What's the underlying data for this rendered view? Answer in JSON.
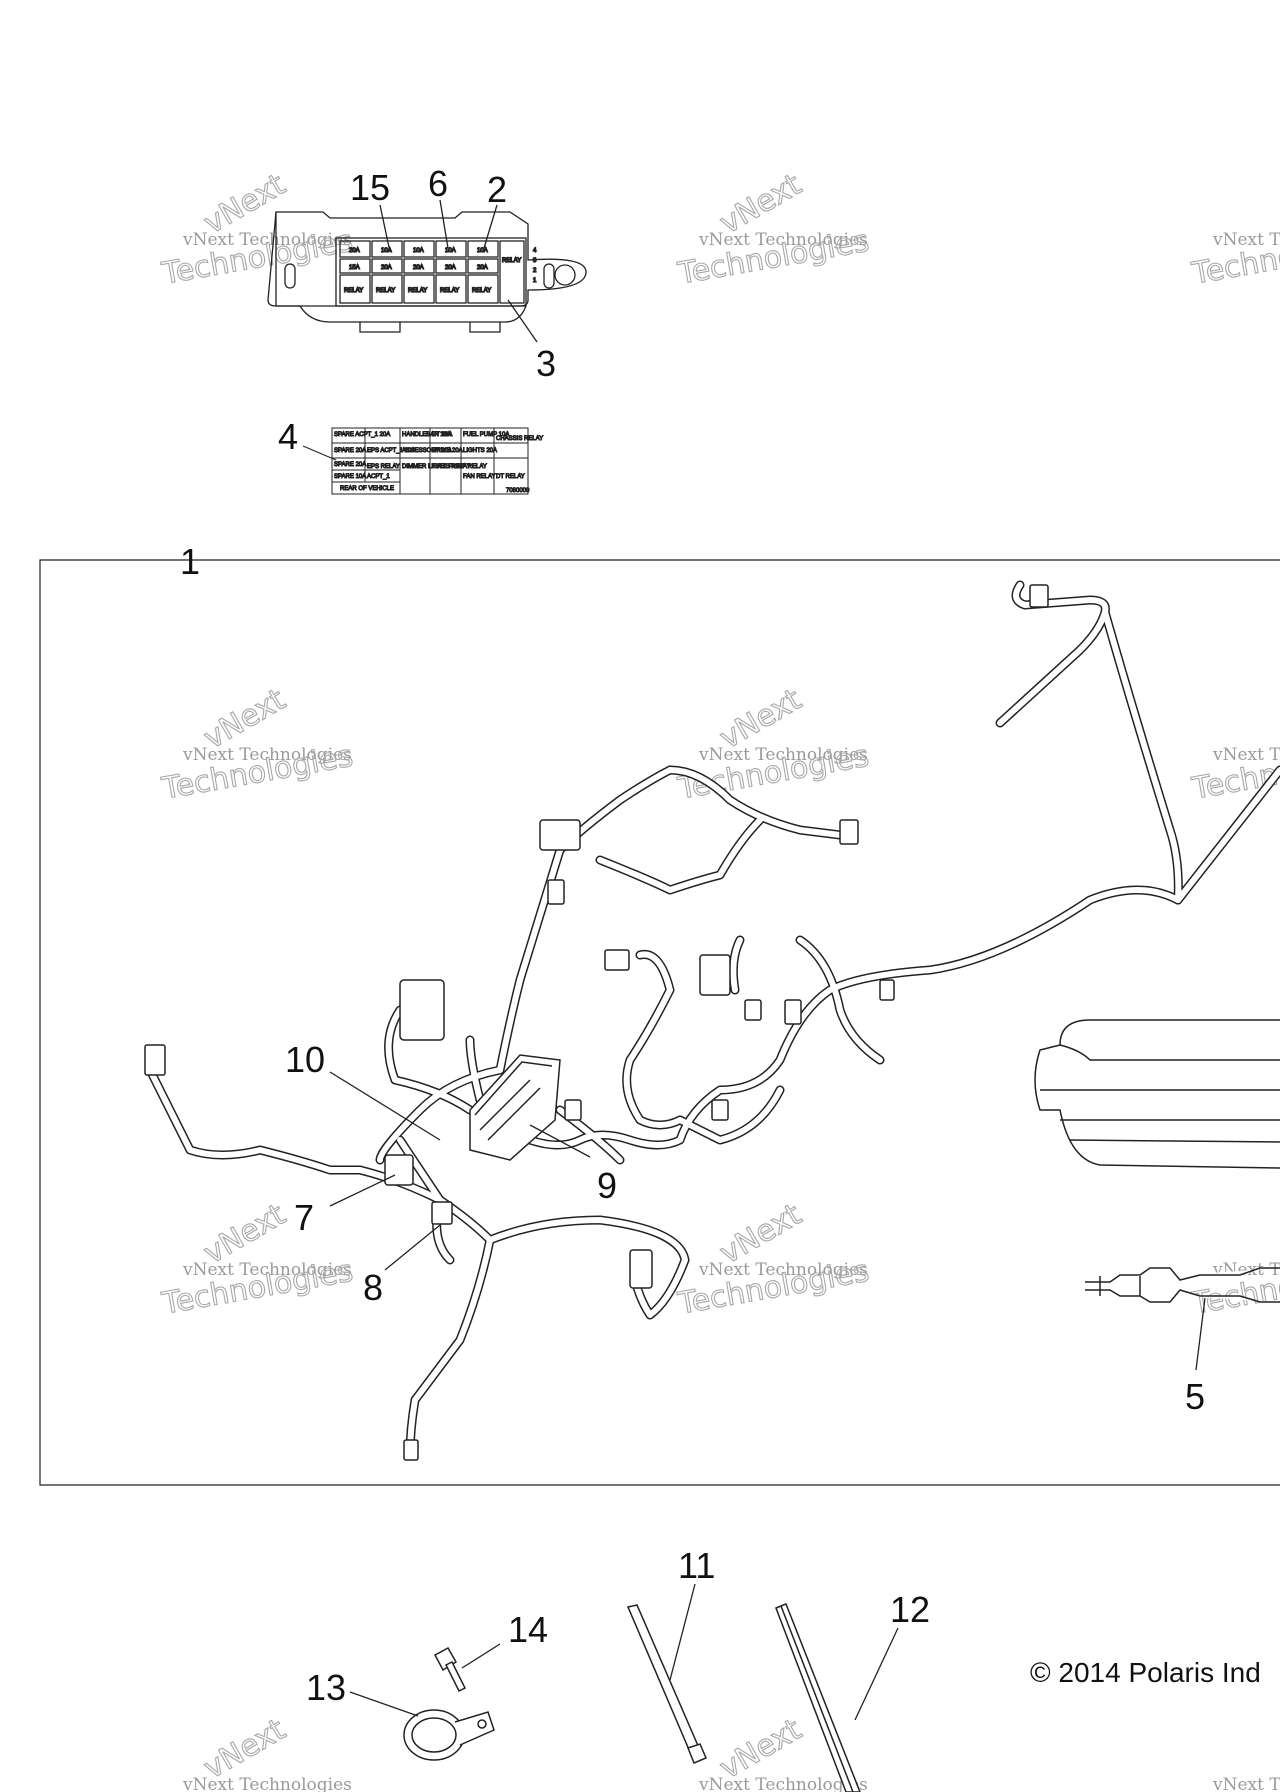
{
  "callouts": {
    "c1": "1",
    "c2": "2",
    "c3": "3",
    "c4": "4",
    "c5": "5",
    "c6": "6",
    "c7": "7",
    "c8": "8",
    "c9": "9",
    "c10": "10",
    "c11": "11",
    "c12": "12",
    "c13": "13",
    "c14": "14",
    "c15": "15"
  },
  "watermark": {
    "line1": "vNext Technologies",
    "line2": "Technologies",
    "line3": "vNext"
  },
  "copyright": "© 2014 Polaris Ind",
  "fuse_box": {
    "side_labels": [
      "4",
      "3",
      "2",
      "1"
    ],
    "row1": [
      "20A",
      "10A",
      "10A",
      "10A",
      "10A"
    ],
    "row2": [
      "15A",
      "20A",
      "20A",
      "20A",
      "20A"
    ],
    "relay_label": "RELAY"
  },
  "fuse_decal": {
    "row1": [
      "SPARE ACPT_1 20A",
      "",
      "HANDLEBAR 10A",
      "DT 10A",
      "FUEL PUMP 10A",
      "CHASSIS RELAY"
    ],
    "row2": [
      "SPARE 20A",
      "EPS ACPT_1 20A",
      "ACCESSORY 20A",
      "DRIVE 20A",
      "LIGHTS 20A",
      ""
    ],
    "row3": [
      "SPARE 20A",
      "EPS RELAY",
      "DIMMER LIGHTS RELAY",
      "FUEL PUMP RELAY",
      "FAN RELAY",
      "DT RELAY"
    ],
    "row4": [
      "SPARE 10A",
      "ACPT_1",
      "",
      "",
      "",
      ""
    ],
    "row5": [
      "REAR OF VEHICLE",
      "",
      "",
      "",
      "",
      ""
    ],
    "part_no": "7080000"
  },
  "colors": {
    "line": "#222222",
    "watermark": "#a8a8a8",
    "background": "#ffffff"
  }
}
